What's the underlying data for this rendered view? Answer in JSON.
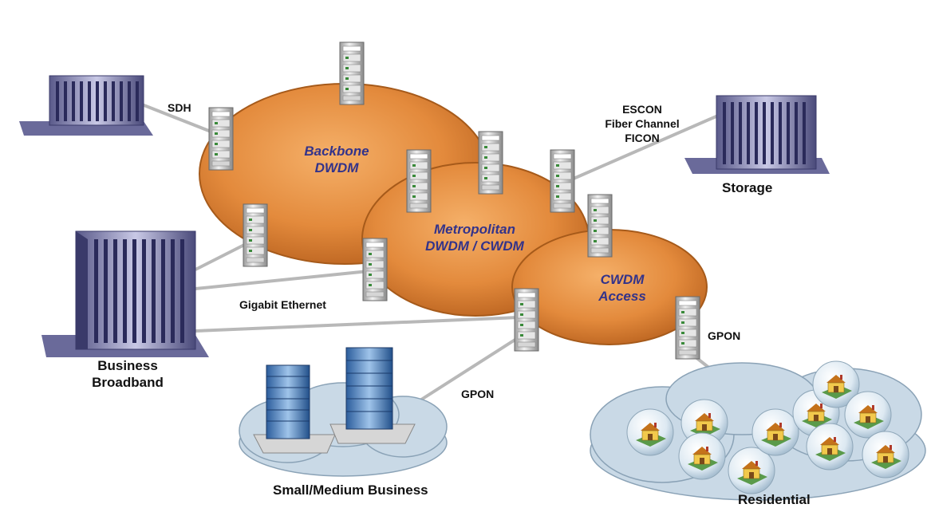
{
  "rings": {
    "backbone": {
      "line1": "Backbone",
      "line2": "DWDM"
    },
    "metro": {
      "line1": "Metropolitan",
      "line2": "DWDM / CWDM"
    },
    "access": {
      "line1": "CWDM",
      "line2": "Access"
    }
  },
  "links": {
    "sdh": "SDH",
    "storage_proto": {
      "line1": "ESCON",
      "line2": "Fiber Channel",
      "line3": "FICON"
    },
    "gigabit": "Gigabit Ethernet",
    "gpon_smb": "GPON",
    "gpon_res": "GPON"
  },
  "sites": {
    "storage": "Storage",
    "business": {
      "line1": "Business",
      "line2": "Broadband"
    },
    "smb": "Small/Medium Business",
    "residential": "Residential"
  },
  "colors": {
    "ring_orange": "#e38a3c",
    "ring_edge": "#a65a1a",
    "ring_text": "#33338a",
    "link_gray": "#b8b8b8",
    "cloud": "#c9d9e6"
  }
}
